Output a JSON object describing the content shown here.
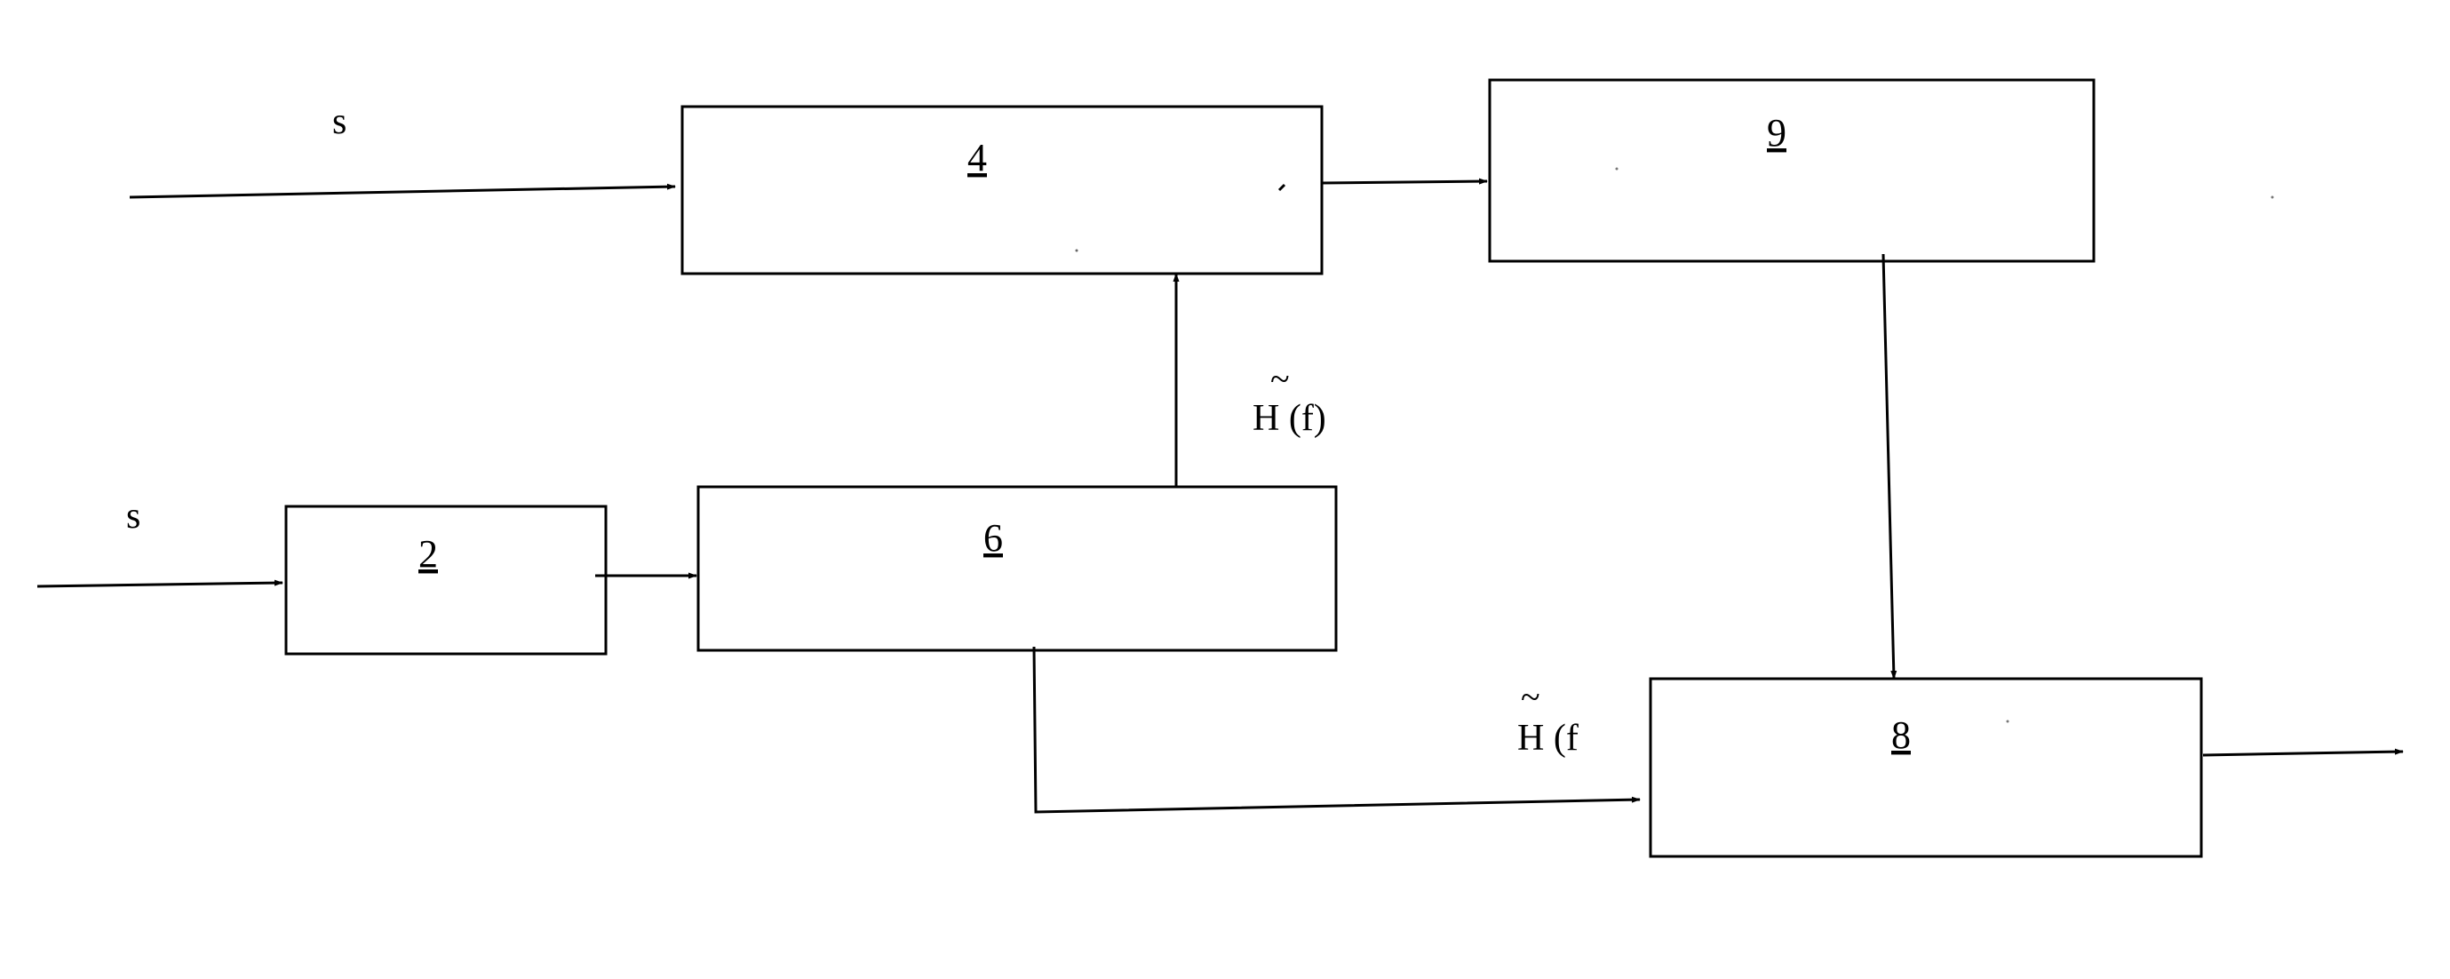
{
  "diagram": {
    "blocks": [
      {
        "id": "4",
        "label": "4"
      },
      {
        "id": "9",
        "label": "9"
      },
      {
        "id": "2",
        "label": "2"
      },
      {
        "id": "6",
        "label": "6"
      },
      {
        "id": "8",
        "label": "8"
      }
    ],
    "inputs": [
      {
        "id": "input-top",
        "label": "s"
      },
      {
        "id": "input-bottom",
        "label": "s"
      }
    ],
    "signals": {
      "upper": {
        "tilde": "~",
        "text": "H (f)"
      },
      "lower": {
        "tilde": "~",
        "text": "H (f"
      }
    }
  }
}
